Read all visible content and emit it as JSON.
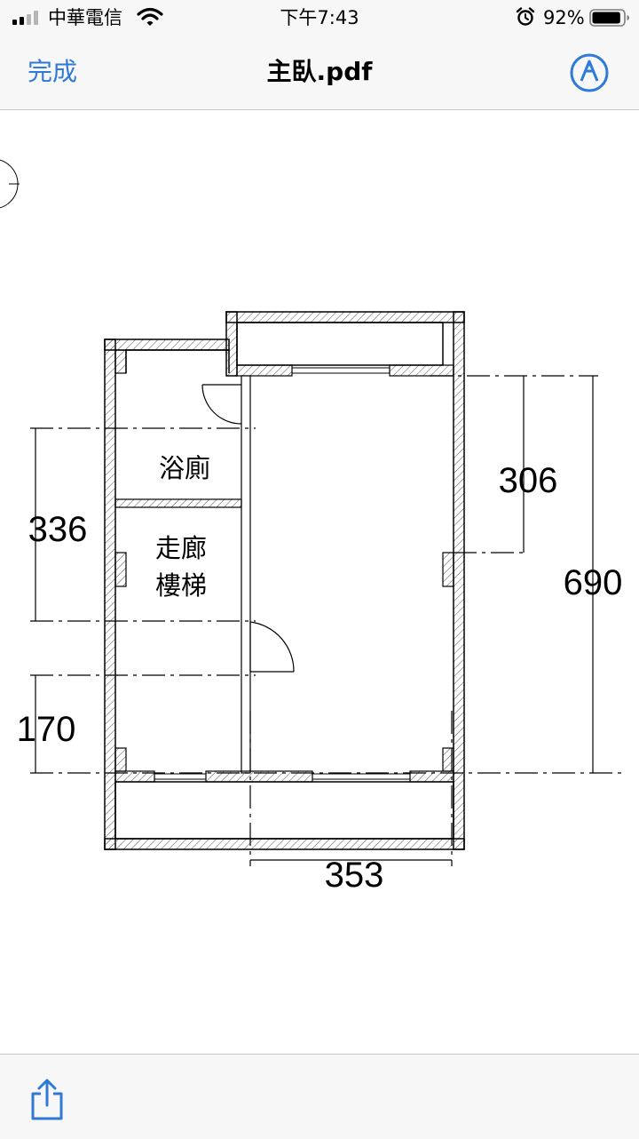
{
  "status_bar": {
    "carrier": "中華電信",
    "time": "下午7:43",
    "battery_percent": "92%",
    "signal_bars_filled": 2,
    "signal_bars_total": 4,
    "battery_level": 0.92,
    "icons": [
      "signal-icon",
      "wifi-icon",
      "alarm-icon",
      "battery-icon"
    ]
  },
  "nav": {
    "done_label": "完成",
    "title": "主臥.pdf",
    "markup_icon": "markup-pen-icon",
    "accent_color": "#2f7ad8"
  },
  "floor_plan": {
    "rooms": {
      "bathroom": "浴廁",
      "corridor_line1": "走廊",
      "corridor_line2": "樓梯"
    },
    "dimensions": {
      "left_upper": "336",
      "left_lower": "170",
      "right_upper": "306",
      "right_total": "690",
      "bottom_width": "353"
    }
  },
  "toolbar": {
    "share_icon": "share-icon"
  }
}
